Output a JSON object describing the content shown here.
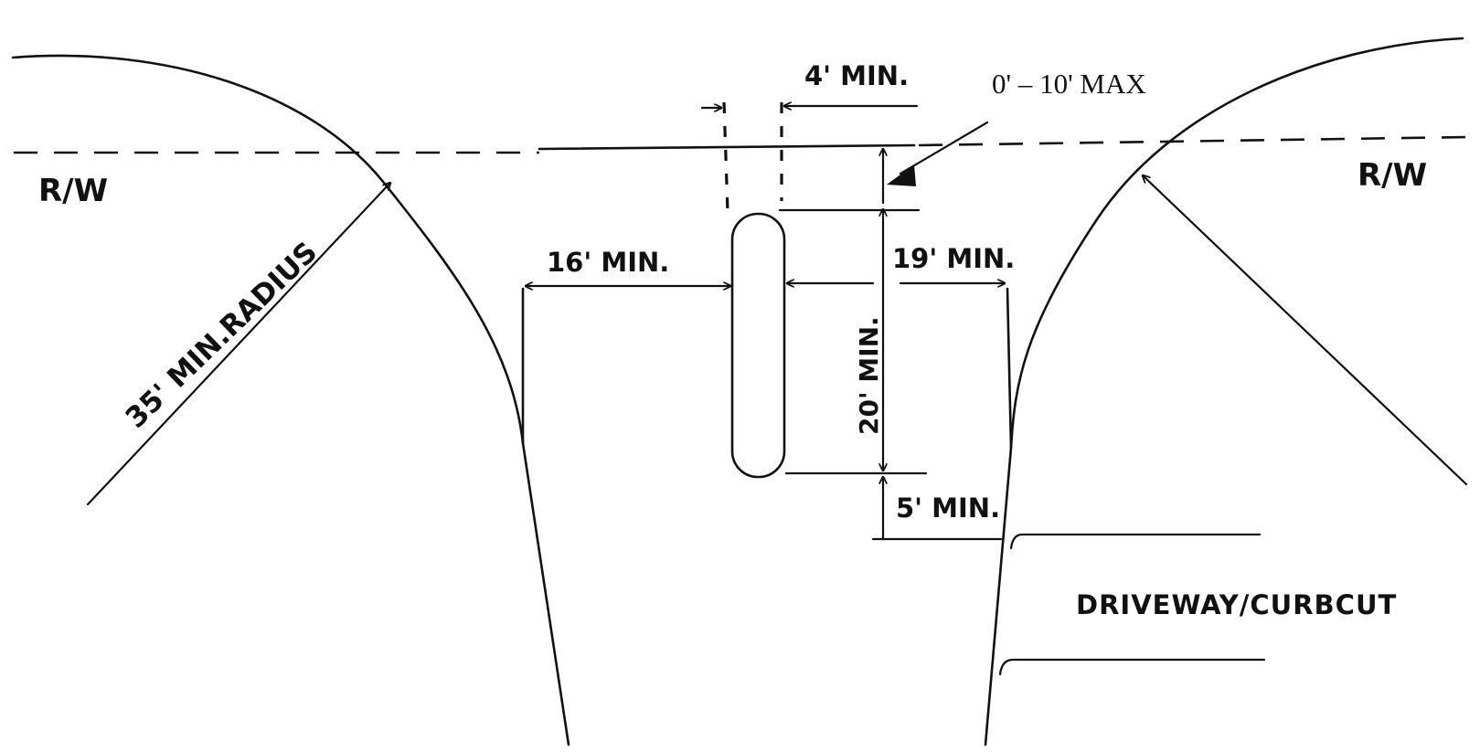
{
  "labels": {
    "rw_left": "R/W",
    "rw_right": "R/W",
    "radius": "35' MIN.RADIUS",
    "left_offset": "16' MIN.",
    "right_offset": "19' MIN.",
    "island_width": "4' MIN.",
    "setback": "0' – 10' MAX",
    "island_length": "20' MIN.",
    "gap": "5' MIN.",
    "driveway": "DRIVEWAY/CURBCUT"
  },
  "colors": {
    "ink": "#111111",
    "background": "#ffffff"
  }
}
